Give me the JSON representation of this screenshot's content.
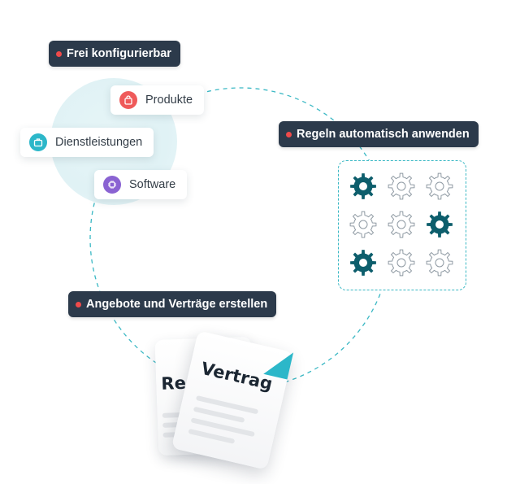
{
  "labels": {
    "configurable": "Frei konfigurierbar",
    "rules": "Regeln automatisch anwenden",
    "offers": "Angebote und Verträge erstellen"
  },
  "items": [
    {
      "label": "Produkte",
      "icon": "shopping-bag-icon",
      "color": "#ef5a5a"
    },
    {
      "label": "Dienstleistungen",
      "icon": "briefcase-icon",
      "color": "#2cb7c9"
    },
    {
      "label": "Software",
      "icon": "chip-icon",
      "color": "#8a63d2"
    }
  ],
  "gears": [
    [
      true,
      false,
      false
    ],
    [
      false,
      false,
      true
    ],
    [
      true,
      false,
      false
    ]
  ],
  "documents": {
    "back_title": "Rech",
    "front_title": "Vertrag"
  },
  "colors": {
    "label_bg": "#2c3a4b",
    "label_dot": "#ef4a4a",
    "accent": "#3ab8c4",
    "gear_filled": "#0d5e6c",
    "gear_outline": "#8f9aa3"
  }
}
